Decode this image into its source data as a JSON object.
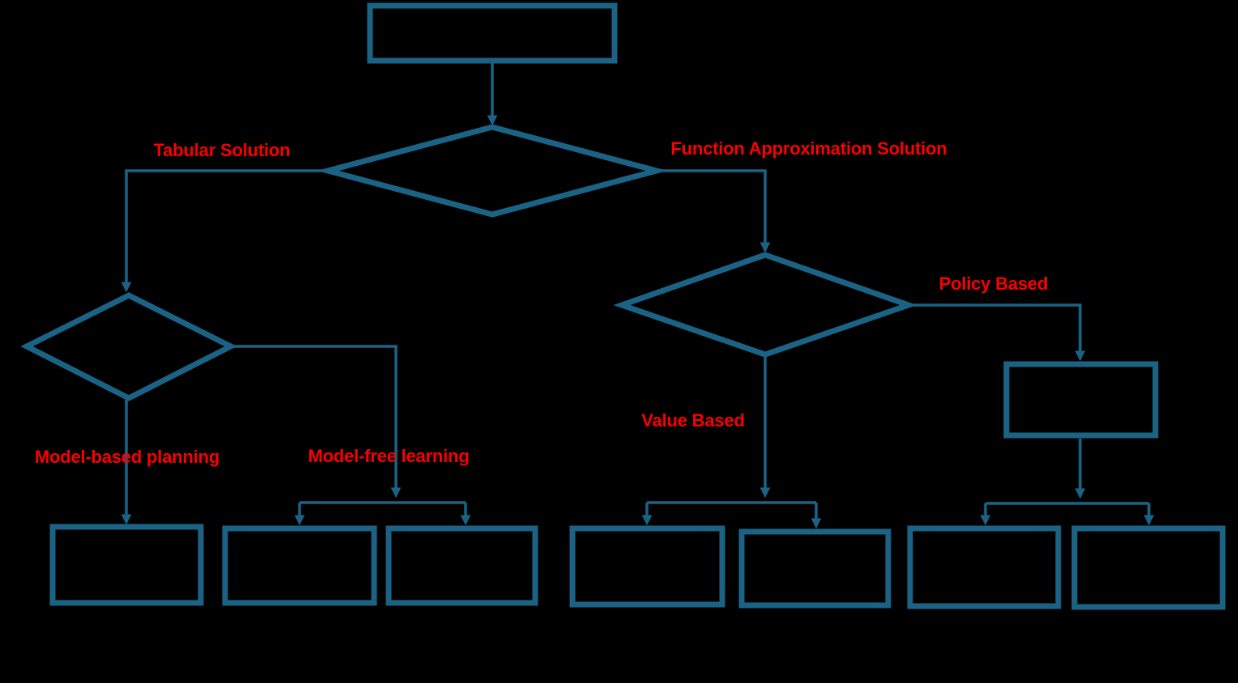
{
  "colors": {
    "background": "#000000",
    "shape_stroke": "#1B6385",
    "label_color": "#FA0000"
  },
  "diagram": {
    "type": "flowchart",
    "nodes": [
      {
        "id": "start-box",
        "shape": "rectangle",
        "label": ""
      },
      {
        "id": "main-decision",
        "shape": "diamond",
        "label": ""
      },
      {
        "id": "tabular-decision",
        "shape": "diamond",
        "label": ""
      },
      {
        "id": "function-approx-decision",
        "shape": "diamond",
        "label": ""
      },
      {
        "id": "policy-branch-box",
        "shape": "rectangle",
        "label": ""
      },
      {
        "id": "leaf-box-1",
        "shape": "rectangle",
        "label": ""
      },
      {
        "id": "leaf-box-2",
        "shape": "rectangle",
        "label": ""
      },
      {
        "id": "leaf-box-3",
        "shape": "rectangle",
        "label": ""
      },
      {
        "id": "leaf-box-4",
        "shape": "rectangle",
        "label": ""
      },
      {
        "id": "leaf-box-5",
        "shape": "rectangle",
        "label": ""
      },
      {
        "id": "leaf-box-6",
        "shape": "rectangle",
        "label": ""
      },
      {
        "id": "leaf-box-7",
        "shape": "rectangle",
        "label": ""
      }
    ],
    "edge_labels": {
      "tabular": "Tabular Solution",
      "function_approximation": "Function Approximation Solution",
      "model_based": "Model-based planning",
      "model_free": "Model-free learning",
      "value_based": "Value Based",
      "policy_based": "Policy Based"
    }
  }
}
